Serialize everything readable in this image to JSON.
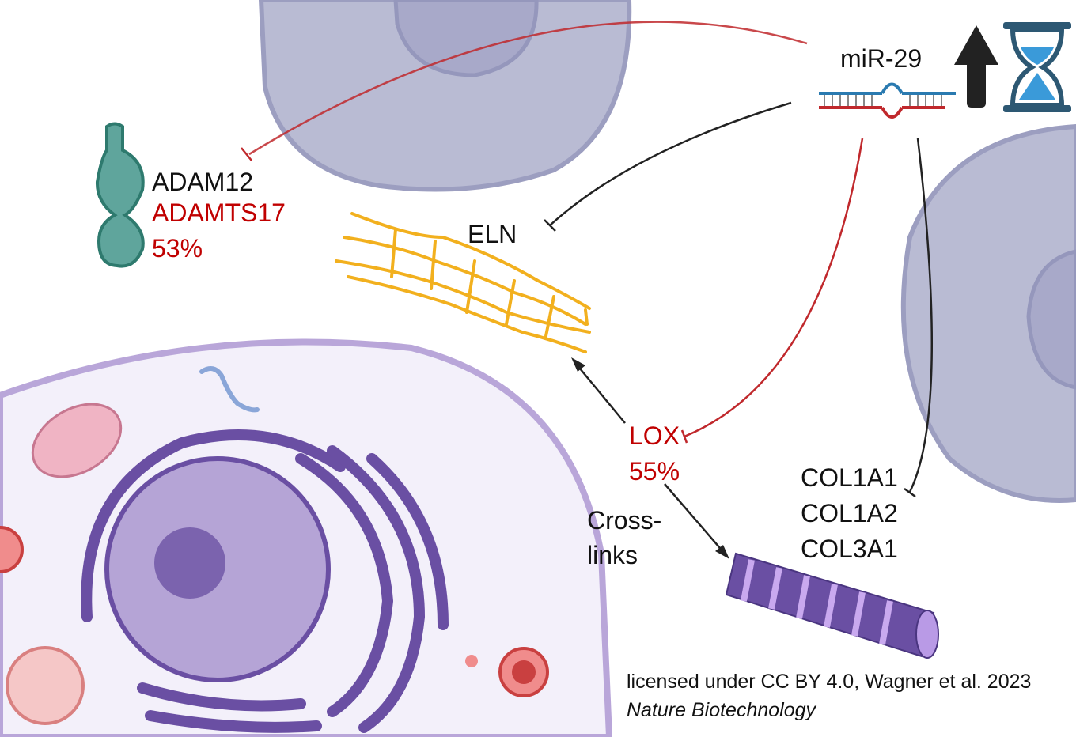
{
  "labels": {
    "mirna": "miR-29",
    "adam12": "ADAM12",
    "adamts17": "ADAMTS17",
    "adam_percent": "53%",
    "eln": "ELN",
    "lox": "LOX",
    "lox_percent": "55%",
    "crosslinks_1": "Cross-",
    "crosslinks_2": "links",
    "col1a1": "COL1A1",
    "col1a2": "COL1A2",
    "col3a1": "COL3A1"
  },
  "credit": {
    "line1": "licensed under CC BY 4.0, Wagner et al. 2023",
    "line2": "Nature Biotechnology"
  },
  "colors": {
    "inhibition_red": "#c0282c",
    "inhibition_black": "#222222",
    "cell": "#b9bbd3",
    "elastin": "#f2b01e",
    "protein": "#5fa59c",
    "collagen": "#6a4fa3",
    "hourglass_frame": "#2d5873",
    "hourglass_sand": "#3a9ad9"
  },
  "icons": [
    "up-arrow-icon",
    "hourglass-icon",
    "mirna-hairpin-icon"
  ]
}
